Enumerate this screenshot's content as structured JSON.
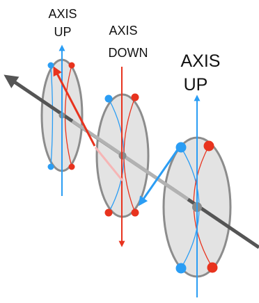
{
  "labels": {
    "left_line1": "AXIS",
    "left_line2": "UP",
    "middle_line1": "AXIS",
    "middle_line2": "DOWN",
    "right_line1": "AXIS",
    "right_line2": "UP"
  },
  "colors": {
    "axis_up": "#2a9df4",
    "axis_down": "#e8331e",
    "main_axis": "#555555",
    "disc_fill": "#e3e3e3",
    "disc_stroke": "#8c8c8c"
  }
}
